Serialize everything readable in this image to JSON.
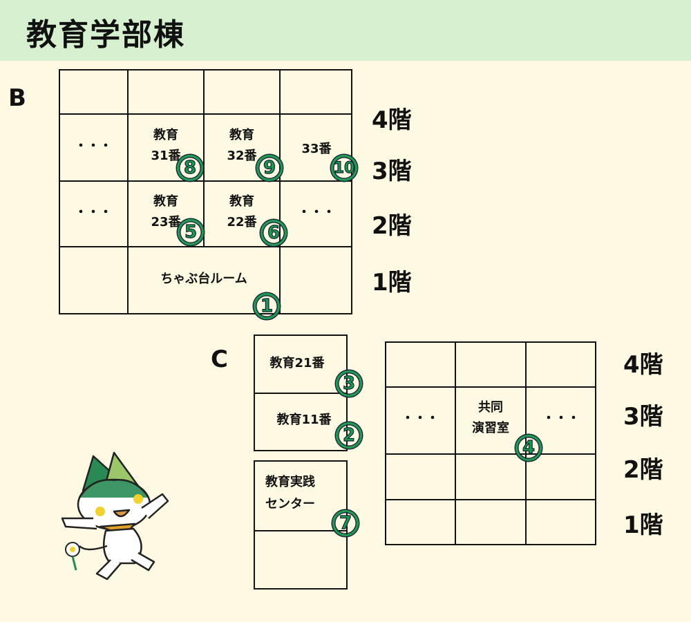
{
  "title": "教育学部棟",
  "accent": "#1e9a50",
  "building_b": {
    "label": "B",
    "floors": [
      "4階",
      "3階",
      "2階",
      "1階"
    ],
    "rooms": {
      "dots3a": "・・・",
      "r31a": "教育",
      "r31b": "31番",
      "r32a": "教育",
      "r32b": "32番",
      "r33": "33番",
      "dots2a": "・・・",
      "r23a": "教育",
      "r23b": "23番",
      "r22a": "教育",
      "r22b": "22番",
      "dots2b": "・・・",
      "chabudai": "ちゃぶ台ルーム"
    }
  },
  "building_c": {
    "label": "C",
    "floors": [
      "4階",
      "3階",
      "2階",
      "1階"
    ],
    "rooms": {
      "r21": "教育21番",
      "r11": "教育11番",
      "jissen_a": "教育実践",
      "jissen_b": "センター",
      "dots3a": "・・・",
      "kyodo_a": "共同",
      "kyodo_b": "演習室",
      "dots3b": "・・・"
    }
  },
  "markers": [
    "1",
    "2",
    "3",
    "4",
    "5",
    "6",
    "7",
    "8",
    "9",
    "10"
  ]
}
